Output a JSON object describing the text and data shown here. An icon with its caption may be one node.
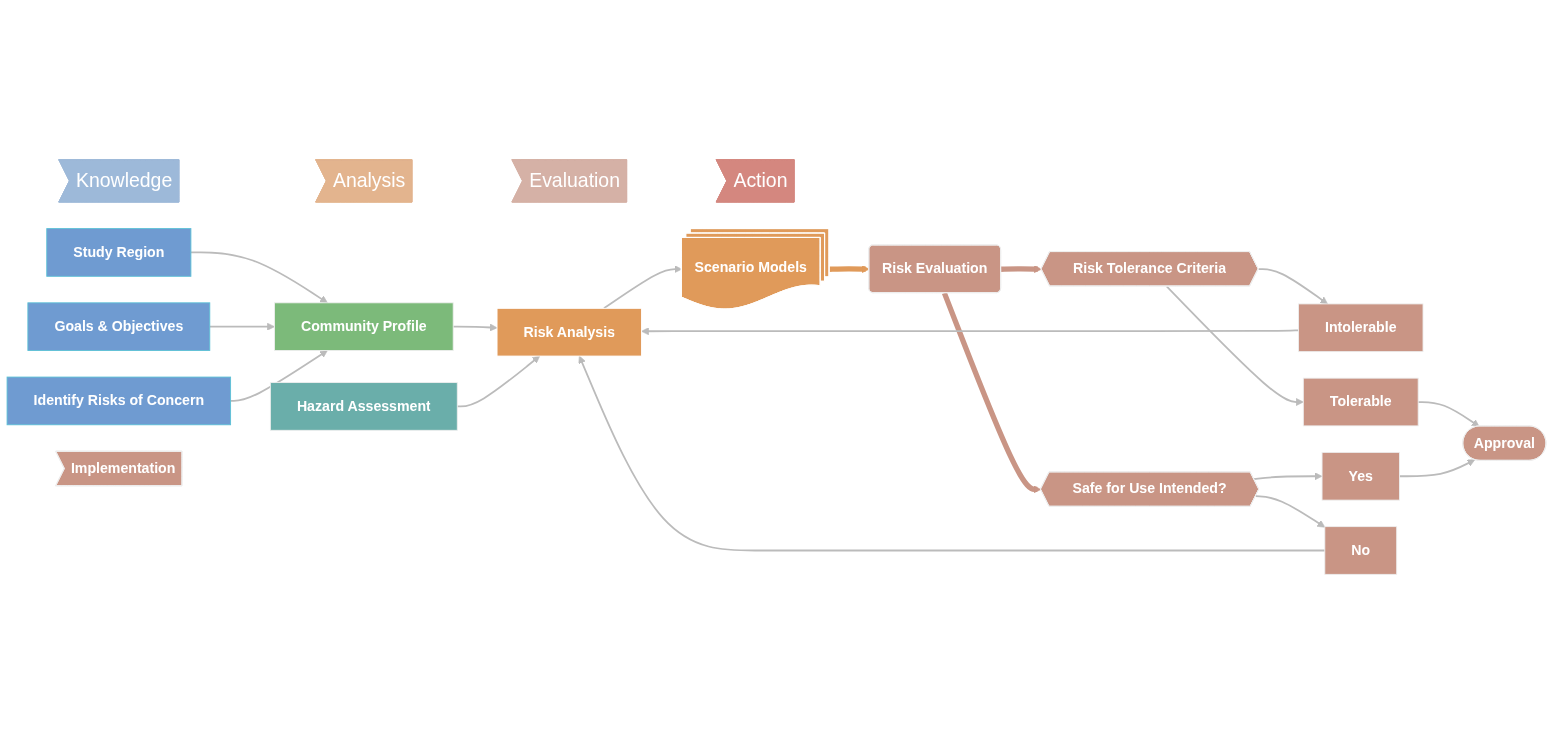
{
  "diagram": {
    "nodes": [
      {
        "text": [
          "Knowledge"
        ]
      },
      {
        "text": [
          "Analysis"
        ]
      },
      {
        "text": [
          "Evaluation"
        ]
      },
      {
        "text": [
          "Action"
        ]
      },
      {
        "text": [
          "Study Region"
        ]
      },
      {
        "text": [
          "Goals & Objectives"
        ]
      },
      {
        "text": [
          "Identify Risks of Concern"
        ]
      },
      {
        "text": [
          "Community Profile"
        ]
      },
      {
        "text": [
          "Hazard Assessment"
        ]
      },
      {
        "text": [
          "Risk Analysis"
        ]
      },
      {
        "text": [
          "Scenario Models"
        ]
      },
      {
        "text": [
          "Risk Evaluation"
        ]
      },
      {
        "text": [
          "Risk Tolerance Criteria"
        ]
      },
      {
        "text": [
          "Safe for Use Intended?"
        ]
      },
      {
        "text": [
          "Intolerable"
        ]
      },
      {
        "text": [
          "Tolerable"
        ]
      },
      {
        "text": [
          "Yes"
        ]
      },
      {
        "text": [
          "No"
        ]
      },
      {
        "text": [
          "Approval"
        ]
      },
      {
        "text": [
          "Implementation"
        ]
      }
    ],
    "edges": [
      {
        "from": 4,
        "to": 7,
        "arrow": "to"
      },
      {
        "from": 5,
        "to": 7,
        "arrow": "to"
      },
      {
        "from": 6,
        "to": 7,
        "arrow": "to"
      },
      {
        "from": 7,
        "to": 9,
        "arrow": "to"
      },
      {
        "from": 8,
        "to": 9,
        "arrow": "to"
      },
      {
        "from": 9,
        "to": 10,
        "arrow": "to"
      },
      {
        "from": 10,
        "to": 11,
        "arrow": "to",
        "style": "thick",
        "color": "#e09a5a"
      },
      {
        "from": 11,
        "to": 12,
        "arrow": "to",
        "style": "thick",
        "color": "#c99585"
      },
      {
        "from": 11,
        "to": 13,
        "arrow": "to",
        "style": "thick",
        "color": "#c99585"
      },
      {
        "from": 12,
        "to": 14,
        "arrow": "to"
      },
      {
        "from": 12,
        "to": 15,
        "arrow": "to"
      },
      {
        "from": 13,
        "to": 16,
        "arrow": "to"
      },
      {
        "from": 13,
        "to": 17,
        "arrow": "to"
      },
      {
        "from": 15,
        "to": 18,
        "arrow": "to"
      },
      {
        "from": 16,
        "to": 18,
        "arrow": "to"
      },
      {
        "from": 14,
        "to": 9,
        "arrow": "to"
      },
      {
        "from": 17,
        "to": 9,
        "arrow": "to"
      }
    ]
  }
}
